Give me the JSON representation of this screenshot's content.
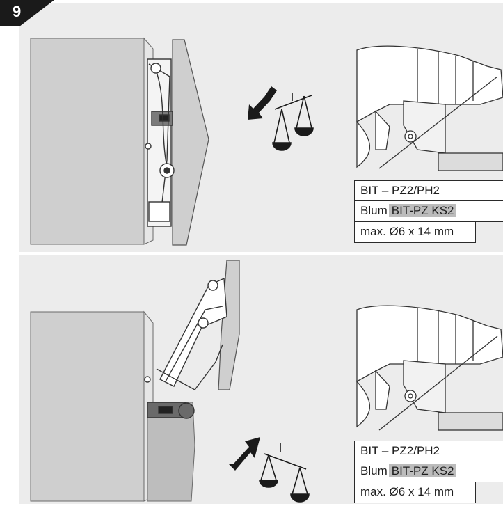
{
  "step": {
    "number": "9"
  },
  "icons": {
    "arrow_down_left": "arrow-down-left-icon",
    "arrow_up_right": "arrow-up-right-icon",
    "scale": "balance-scale-icon"
  },
  "spec_tables": [
    {
      "bit": "BIT – PZ2/PH2",
      "brand": "Blum",
      "product": "BIT-PZ KS2",
      "max": "max. Ø6 x 14 mm"
    },
    {
      "bit": "BIT – PZ2/PH2",
      "brand": "Blum",
      "product": "BIT-PZ KS2",
      "max": "max. Ø6 x 14 mm"
    }
  ],
  "colors": {
    "panel_bg": "#ececec",
    "highlight": "#bcbcbc",
    "badge": "#1a1a1a"
  }
}
